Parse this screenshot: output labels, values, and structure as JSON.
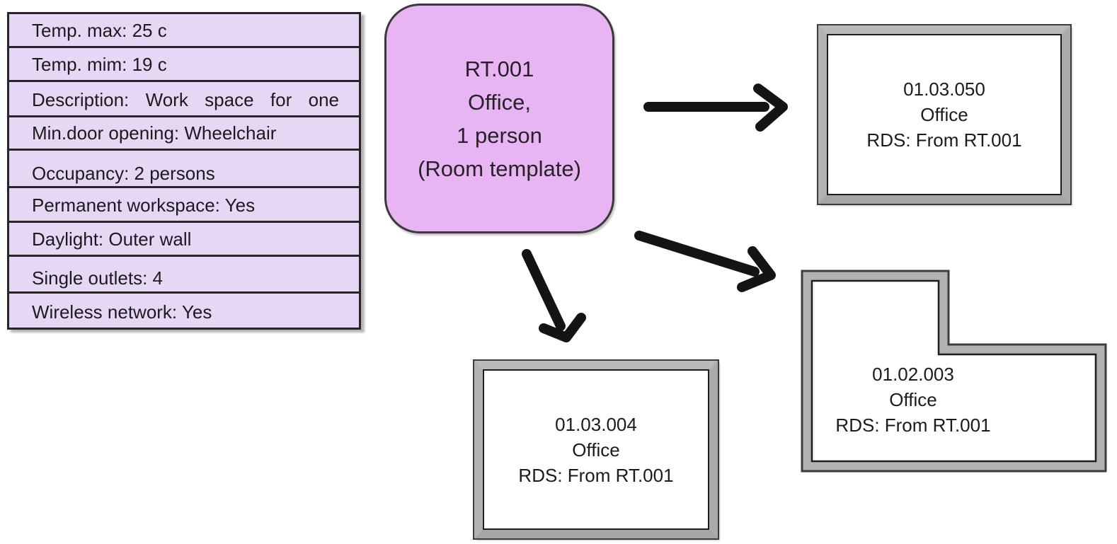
{
  "template_properties": [
    "Temp. max: 25 c",
    "Temp. mim: 19 c",
    "Description: Work space for one",
    "Min.door opening: Wheelchair",
    "Occupancy: 2 persons",
    "Permanent workspace: Yes",
    "Daylight: Outer wall",
    "Single outlets: 4",
    "Wireless network: Yes"
  ],
  "room_template": {
    "lines": [
      "RT.001",
      "Office,",
      "1 person",
      "(Room template)"
    ]
  },
  "rooms": [
    {
      "number": "01.03.050",
      "type": "Office",
      "rds": "RDS: From RT.001"
    },
    {
      "number": "01.03.004",
      "type": "Office",
      "rds": "RDS: From RT.001"
    },
    {
      "number": "01.02.003",
      "type": "Office",
      "rds": "RDS: From RT.001"
    }
  ],
  "colors": {
    "property_row_fill": "#e6d8f5",
    "template_box_fill": "#e9b4f3",
    "wall_gray": "#b2b2b2",
    "outline_dark": "#262626",
    "arrow_black": "#141414"
  }
}
